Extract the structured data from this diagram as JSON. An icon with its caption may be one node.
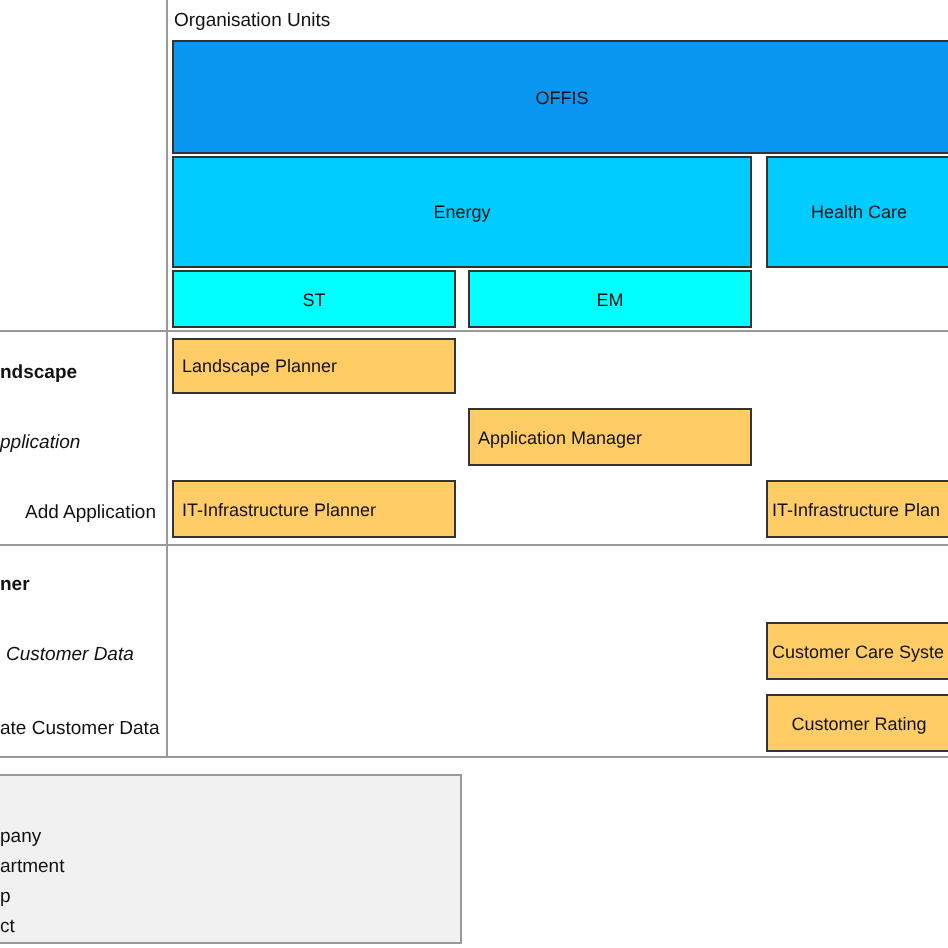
{
  "diagram": {
    "nodes": [
      {
        "text": [
          "OFFIS"
        ]
      },
      {
        "text": [
          "Energy"
        ]
      },
      {
        "text": [
          "Health Care"
        ]
      },
      {
        "text": [
          "ST"
        ]
      },
      {
        "text": [
          "EM"
        ]
      },
      {
        "text": [
          "Landscape Planner"
        ]
      },
      {
        "text": [
          "Application Manager"
        ]
      },
      {
        "text": [
          "IT-Infrastructure Planner"
        ]
      },
      {
        "text": [
          "IT-Infrastructure Plan"
        ]
      },
      {
        "text": [
          "Customer Care Syste"
        ]
      },
      {
        "text": [
          "Customer Rating"
        ]
      }
    ],
    "edges": [],
    "labels": [
      "Organisation Units",
      "ndscape",
      "pplication",
      "Add Application",
      "ner",
      "Customer Data",
      "ate Customer Data",
      "pany",
      "artment",
      "p",
      "ct"
    ]
  }
}
